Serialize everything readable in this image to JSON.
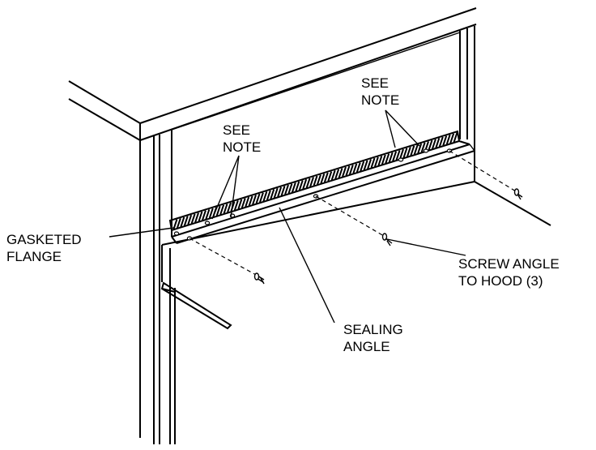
{
  "labels": {
    "see_note_right": "SEE\nNOTE",
    "see_note_left": "SEE\nNOTE",
    "gasketed_flange": "GASKETED\nFLANGE",
    "screw_angle": "SCREW ANGLE\nTO HOOD (3)",
    "sealing_angle": "SEALING\nANGLE"
  }
}
